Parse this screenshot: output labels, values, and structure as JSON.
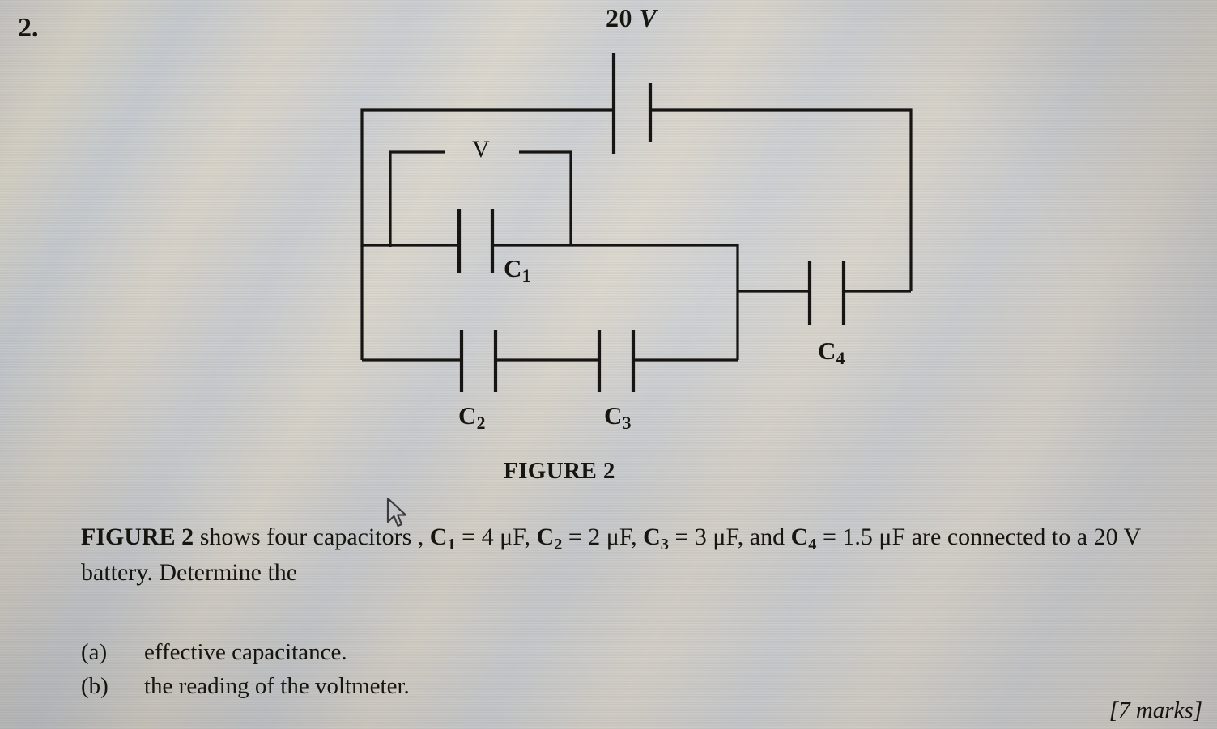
{
  "question": {
    "number": "2.",
    "figure_caption": "FIGURE 2",
    "marks": "[7 marks]",
    "statement_lead": "FIGURE 2",
    "statement_rest": " shows four capacitors , ",
    "statement_tail": " are connected to a 20 V battery. Determine the",
    "parts": [
      {
        "tag": "(a)",
        "text": "effective capacitance."
      },
      {
        "tag": "(b)",
        "text": "the reading of the voltmeter."
      }
    ]
  },
  "circuit": {
    "source_label_value": "20",
    "source_label_unit": "V",
    "voltmeter_symbol": "V",
    "capacitor_labels": {
      "c1": {
        "symbol": "C",
        "index": "1"
      },
      "c2": {
        "symbol": "C",
        "index": "2"
      },
      "c3": {
        "symbol": "C",
        "index": "3"
      },
      "c4": {
        "symbol": "C",
        "index": "4"
      }
    },
    "line_color": "#171513"
  },
  "values": {
    "c1": {
      "name": "C",
      "sub": "1",
      "value": "4",
      "unit": "μF"
    },
    "c2": {
      "name": "C",
      "sub": "2",
      "value": "2",
      "unit": "μF"
    },
    "c3": {
      "name": "C",
      "sub": "3",
      "value": "3",
      "unit": "μF"
    },
    "c4": {
      "name": "C",
      "sub": "4",
      "value": "1.5",
      "unit": "μF"
    },
    "battery": {
      "value": "20",
      "unit": "V"
    }
  },
  "cursor": {
    "type": "arrow-pointer"
  }
}
